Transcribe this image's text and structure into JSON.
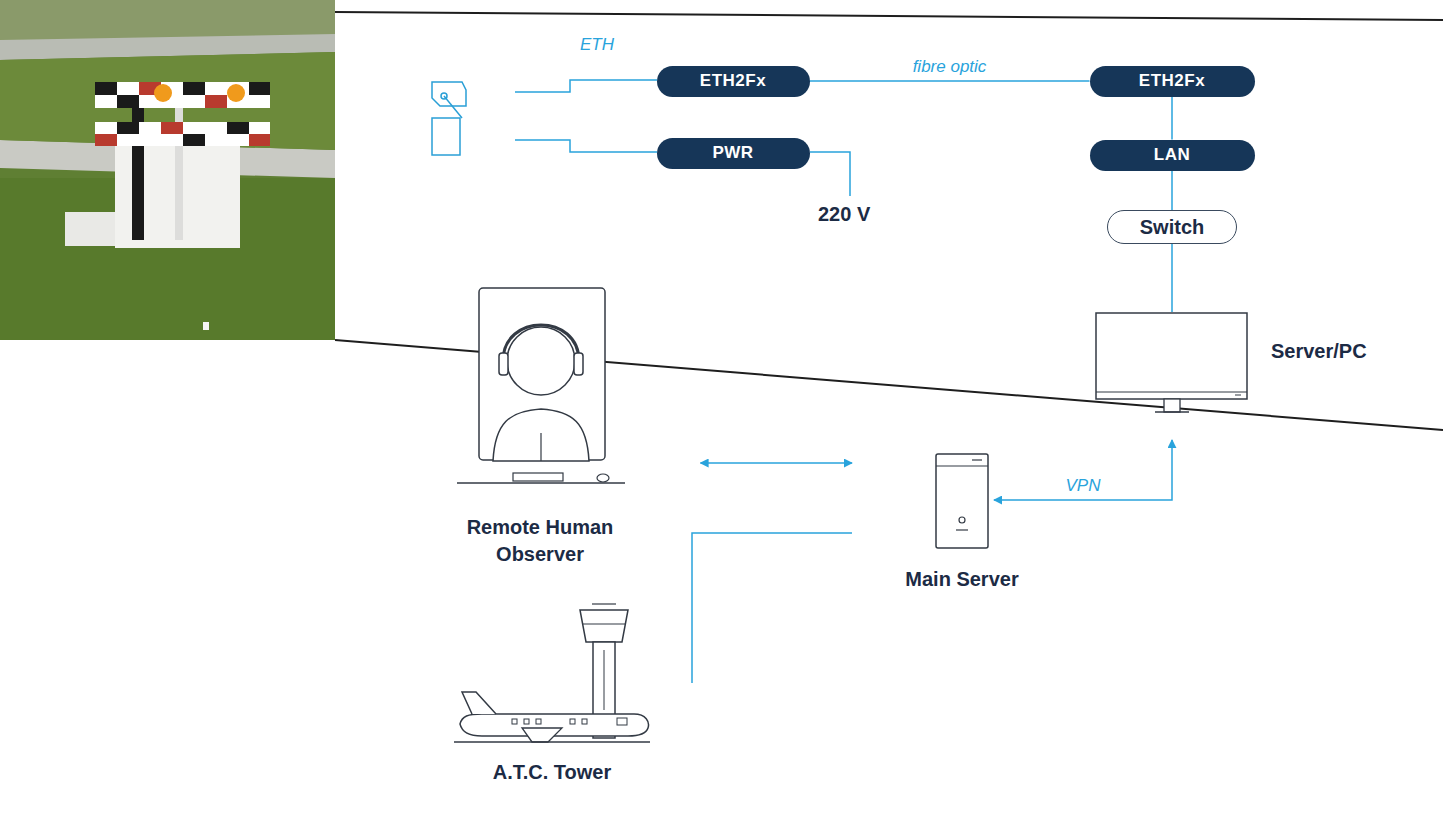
{
  "diagram": {
    "nodes": [
      {
        "text": [
          "ETH2Fx"
        ]
      },
      {
        "text": [
          "ETH2Fx"
        ]
      },
      {
        "text": [
          "PWR"
        ]
      },
      {
        "text": [
          "LAN"
        ]
      },
      {
        "text": [
          "Switch"
        ]
      },
      {
        "text": [
          "Server/PC"
        ]
      },
      {
        "text": [
          "Remote Human Observer"
        ]
      },
      {
        "text": [
          "Main Server"
        ]
      },
      {
        "text": [
          "A.T.C. Tower"
        ]
      }
    ],
    "edges": [
      {
        "from": 0,
        "to": 1,
        "label": "fibre optic",
        "arrow": "none"
      },
      {
        "from": 1,
        "to": 3,
        "arrow": "none"
      },
      {
        "from": 3,
        "to": 4,
        "arrow": "none"
      },
      {
        "from": 4,
        "to": 5,
        "arrow": "none"
      },
      {
        "from": 5,
        "to": 7,
        "label": "VPN",
        "arrow": "both"
      },
      {
        "from": 6,
        "to": 7,
        "arrow": "both"
      },
      {
        "from": 8,
        "to": 7,
        "arrow": "none"
      }
    ],
    "labels": [
      "ETH",
      "220 V"
    ]
  }
}
